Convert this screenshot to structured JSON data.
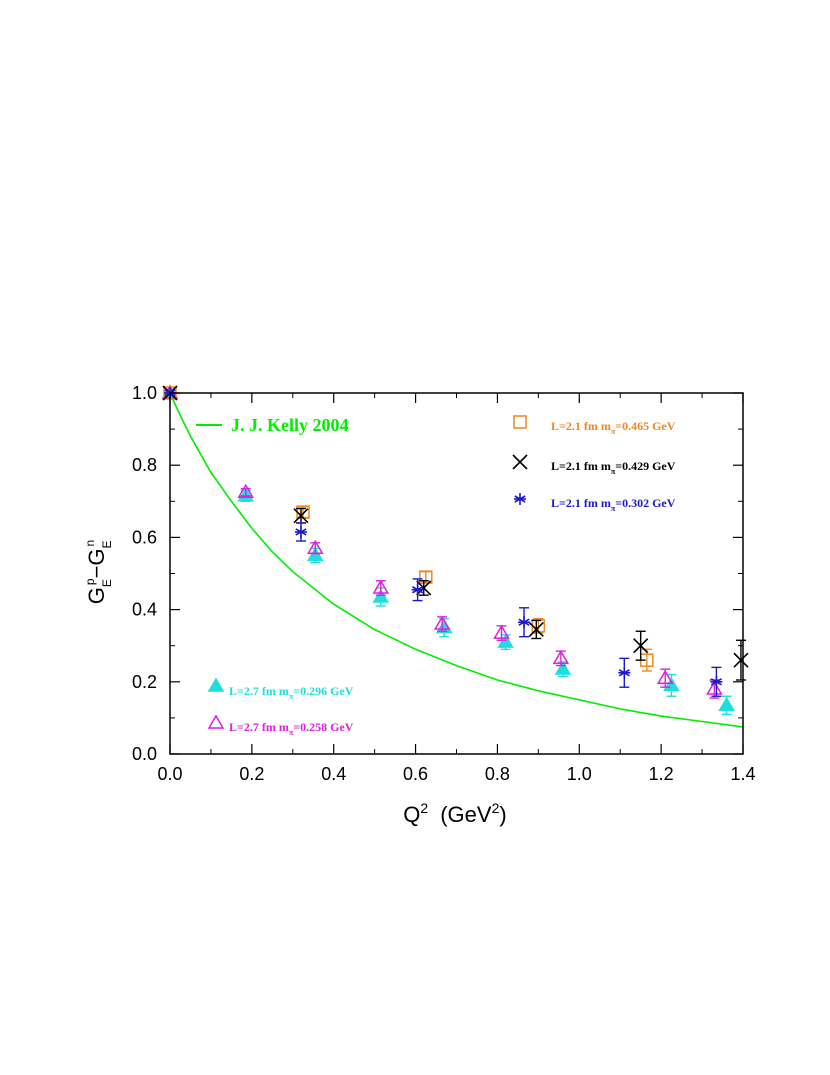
{
  "chart_data": {
    "type": "scatter",
    "xlabel": {
      "base": "Q",
      "sup": "2",
      "unit_open": "(GeV",
      "unit_sup": "2",
      "unit_close": ")"
    },
    "ylabel": {
      "g1": "G",
      "sub1": "E",
      "sup1": "p",
      "dash": "−",
      "g2": "G",
      "sub2": "E",
      "sup2": "n"
    },
    "xlim": [
      0.0,
      1.4
    ],
    "ylim": [
      0.0,
      1.0
    ],
    "x_ticks": [
      "0.0",
      "0.2",
      "0.4",
      "0.6",
      "0.8",
      "1.0",
      "1.2",
      "1.4"
    ],
    "y_ticks": [
      "0.0",
      "0.2",
      "0.4",
      "0.6",
      "0.8",
      "1.0"
    ],
    "grid": false,
    "fit_curve": {
      "name": "J. J. Kelly 2004",
      "color": "#00ee00",
      "x": [
        0.0,
        0.02,
        0.05,
        0.1,
        0.15,
        0.2,
        0.25,
        0.3,
        0.4,
        0.5,
        0.6,
        0.7,
        0.8,
        0.9,
        1.0,
        1.1,
        1.2,
        1.3,
        1.4
      ],
      "y": [
        1.0,
        0.95,
        0.88,
        0.78,
        0.7,
        0.625,
        0.56,
        0.505,
        0.415,
        0.345,
        0.29,
        0.245,
        0.205,
        0.175,
        0.15,
        0.125,
        0.105,
        0.09,
        0.075
      ]
    },
    "series": [
      {
        "name": "L=2.1 fm m_π=0.465 GeV",
        "legend": {
          "pre": "L=2.1 fm m",
          "sub": "π",
          "post": "=0.465 GeV"
        },
        "color": "#ee8822",
        "marker": "open-square",
        "x": [
          0.0,
          0.325,
          0.625,
          0.9,
          1.165
        ],
        "y": [
          1.0,
          0.67,
          0.49,
          0.355,
          0.26
        ],
        "err": [
          0.0,
          0.015,
          0.015,
          0.02,
          0.03
        ]
      },
      {
        "name": "L=2.1 fm m_π=0.429 GeV",
        "legend": {
          "pre": "L=2.1 fm m",
          "sub": "π",
          "post": "=0.429 GeV"
        },
        "color": "#000000",
        "marker": "x",
        "x": [
          0.0,
          0.32,
          0.62,
          0.895,
          1.15,
          1.395
        ],
        "y": [
          1.0,
          0.66,
          0.46,
          0.345,
          0.3,
          0.26
        ],
        "err": [
          0.0,
          0.02,
          0.02,
          0.025,
          0.04,
          0.055
        ]
      },
      {
        "name": "L=2.1 fm m_π=0.302 GeV",
        "legend": {
          "pre": "L=2.1 fm m",
          "sub": "π",
          "post": "=0.302 GeV"
        },
        "color": "#1a1acc",
        "marker": "asterisk",
        "x": [
          0.0,
          0.32,
          0.605,
          0.865,
          1.11,
          1.335
        ],
        "y": [
          1.0,
          0.615,
          0.455,
          0.365,
          0.225,
          0.2
        ],
        "err": [
          0.0,
          0.025,
          0.03,
          0.04,
          0.04,
          0.04
        ]
      },
      {
        "name": "L=2.7 fm m_π=0.296 GeV",
        "legend": {
          "pre": "L=2.7 fm m",
          "sub": "π",
          "post": "=0.296 GeV"
        },
        "color": "#22dddd",
        "marker": "filled-triangle",
        "x": [
          0.0,
          0.185,
          0.355,
          0.515,
          0.67,
          0.82,
          0.96,
          1.225,
          1.36
        ],
        "y": [
          1.0,
          0.715,
          0.55,
          0.435,
          0.35,
          0.31,
          0.235,
          0.19,
          0.135
        ],
        "err": [
          0.0,
          0.015,
          0.02,
          0.025,
          0.025,
          0.02,
          0.02,
          0.03,
          0.025
        ]
      },
      {
        "name": "L=2.7 fm m_π=0.258 GeV",
        "legend": {
          "pre": "L=2.7 fm m",
          "sub": "π",
          "post": "=0.258 GeV"
        },
        "color": "#dd22dd",
        "marker": "open-triangle",
        "x": [
          0.0,
          0.185,
          0.355,
          0.515,
          0.665,
          0.81,
          0.955,
          1.21,
          1.33
        ],
        "y": [
          1.0,
          0.725,
          0.57,
          0.46,
          0.36,
          0.335,
          0.265,
          0.21,
          0.18
        ],
        "err": [
          0.0,
          0.01,
          0.015,
          0.02,
          0.02,
          0.02,
          0.02,
          0.025,
          0.025
        ]
      }
    ]
  }
}
